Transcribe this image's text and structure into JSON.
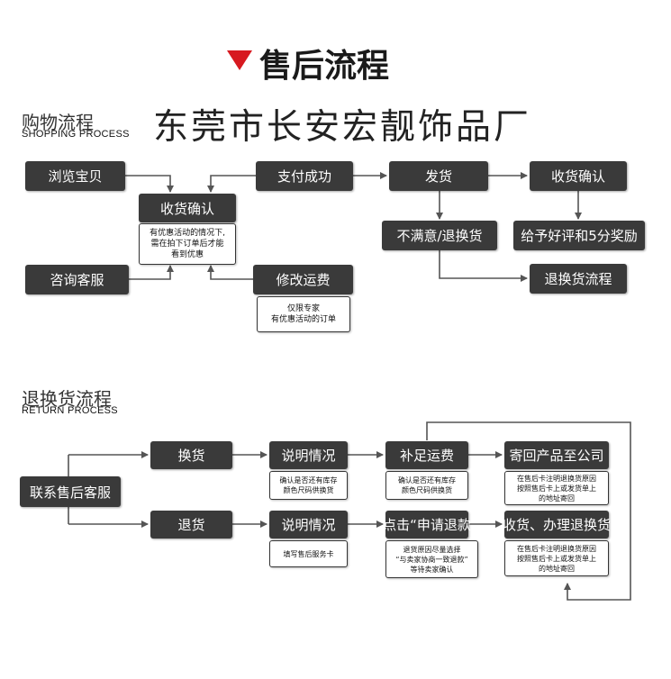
{
  "header": {
    "title": "售后流程"
  },
  "shopping": {
    "title_cn": "购物流程",
    "title_en": "SHOPPING PROCESS",
    "company": "东莞市长安宏靓饰品厂",
    "boxes": {
      "browse": "浏览宝贝",
      "pay": "支付成功",
      "ship": "发货",
      "receive_confirm_right": "收货确认",
      "receive_confirm_left": "收货确认",
      "unsatisfied": "不满意/退换货",
      "good_review": "给予好评和5分奖励",
      "consult": "咨询客服",
      "modify_fee": "修改运费",
      "return_flow": "退换货流程"
    },
    "notes": {
      "promo": [
        "有优惠活动的情况下,",
        "需在拍下订单后才能",
        "看到优惠"
      ],
      "expert": [
        "仅限专家",
        "有优惠活动的订单"
      ]
    }
  },
  "returns": {
    "title_cn": "退换货流程",
    "title_en": "RETURN PROCESS",
    "boxes": {
      "contact": "联系售后客服",
      "exchange": "换货",
      "refund": "退货",
      "explain1": "说明情况",
      "explain2": "说明情况",
      "top_up_shipping": "补足运费",
      "click_refund": "点击“申请退款",
      "send_back": "寄回产品至公司",
      "receive_refund": "收货、办理退换货"
    },
    "notes": {
      "stock1": [
        "确认是否还有库存",
        "颜色尺码供换货"
      ],
      "stock2": [
        "确认是否还有库存",
        "颜色尺码供换货"
      ],
      "fill_card": [
        "填写售后服务卡"
      ],
      "choose_refund": [
        "退货原因尽量选择",
        "“与卖家协商一致退款”",
        "等待卖家确认"
      ],
      "card_reason1": [
        "在售后卡注明退换货原因",
        "按照售后卡上或发货单上",
        "的地址寄回"
      ],
      "card_reason2": [
        "在售后卡注明退换货原因",
        "按照售后卡上或发货单上",
        "的地址寄回"
      ]
    }
  },
  "colors": {
    "box": "#3a3a3a",
    "accent": "#d71920",
    "line": "#555555"
  }
}
